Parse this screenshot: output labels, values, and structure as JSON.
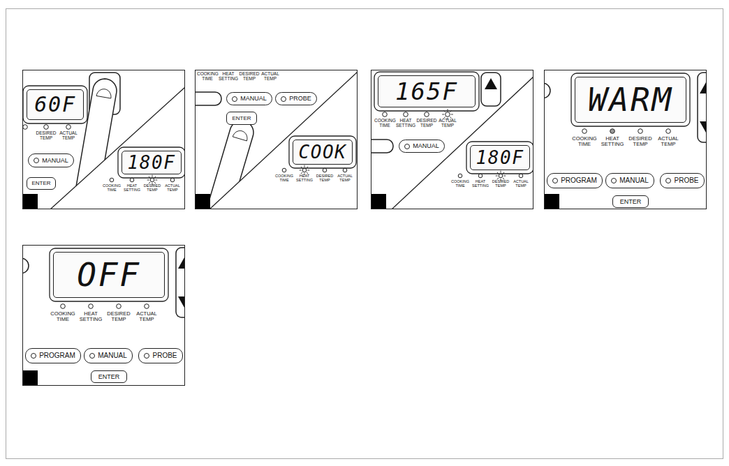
{
  "diagram": {
    "nodes": [
      {
        "text": [
          "60F"
        ]
      },
      {
        "text": [
          "MANUAL"
        ]
      },
      {
        "text": [
          "ENTER"
        ]
      },
      {
        "text": [
          "180F"
        ]
      },
      {
        "text": [
          "MANUAL"
        ]
      },
      {
        "text": [
          "PROBE"
        ]
      },
      {
        "text": [
          "ENTER"
        ]
      },
      {
        "text": [
          "COOK"
        ]
      },
      {
        "text": [
          "165F"
        ]
      },
      {
        "text": [
          "MANUAL"
        ]
      },
      {
        "text": [
          "180F"
        ]
      },
      {
        "text": [
          "WARM"
        ]
      },
      {
        "text": [
          "PROGRAM"
        ]
      },
      {
        "text": [
          "MANUAL"
        ]
      },
      {
        "text": [
          "PROBE"
        ]
      },
      {
        "text": [
          "ENTER"
        ]
      },
      {
        "text": [
          "OFF"
        ]
      },
      {
        "text": [
          "PROGRAM"
        ]
      },
      {
        "text": [
          "MANUAL"
        ]
      },
      {
        "text": [
          "PROBE"
        ]
      },
      {
        "text": [
          "ENTER"
        ]
      }
    ],
    "labels": [
      "DESIRED TEMP",
      "ACTUAL TEMP",
      "COOKING TIME",
      "HEAT SETTING",
      "DESIRED TEMP",
      "ACTUAL TEMP",
      "COOKING TIME",
      "HEAT SETTING",
      "DESIRED TEMP",
      "ACTUAL TEMP",
      "COOKING TIME",
      "HEAT SETTING",
      "DESIRED TEMP",
      "ACTUAL TEMP",
      "COOKING TIME",
      "HEAT SETTING",
      "DESIRED TEMP",
      "ACTUAL TEMP",
      "COOKING TIME",
      "HEAT SETTING",
      "DESIRED TEMP",
      "ACTUAL TEMP",
      "COOKING TIME",
      "HEAT SETTING",
      "DESIRED TEMP",
      "ACTUAL TEMP",
      "COOKING TIME",
      "HEAT SETTING",
      "DESIRED TEMP",
      "ACTUAL TEMP"
    ]
  }
}
